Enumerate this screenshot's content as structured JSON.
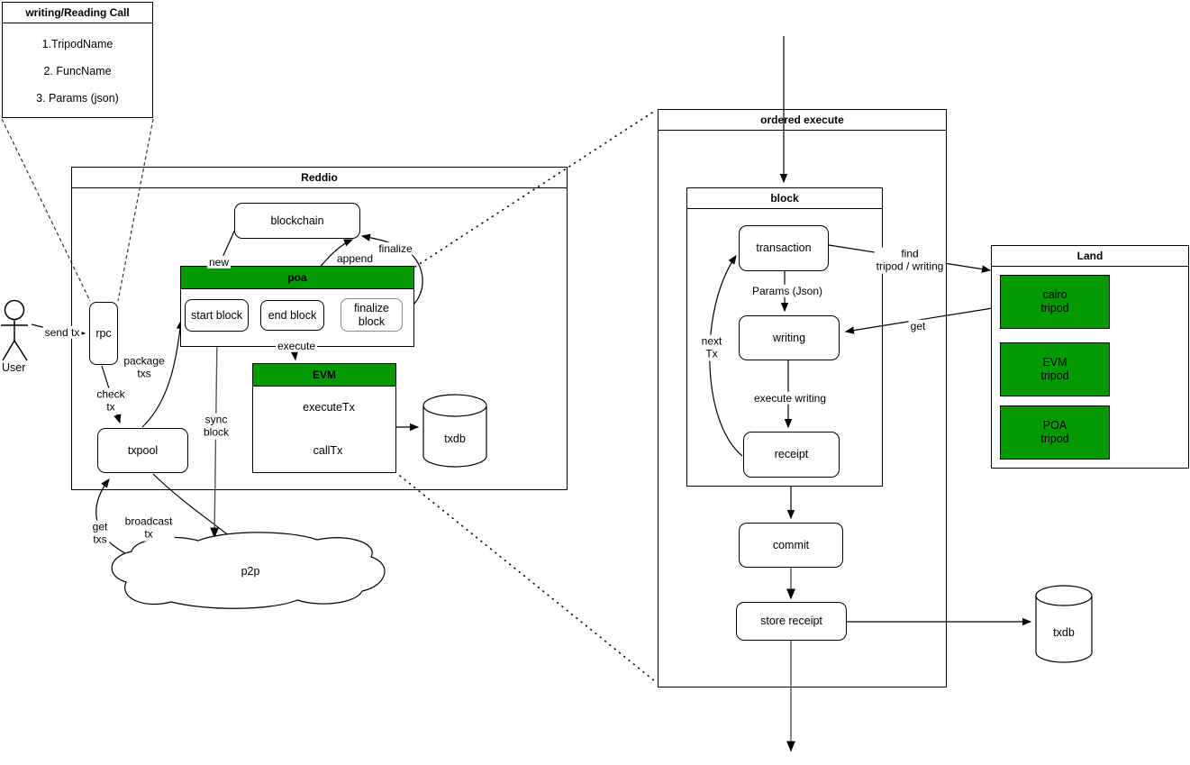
{
  "colors": {
    "green": "#009900",
    "red": "#ff0000",
    "blue": "#4e9ff5",
    "line": "#000000",
    "gray_line": "#555555"
  },
  "call_box": {
    "title": "writing/Reading Call",
    "items": [
      "1.TripodName",
      "2. FuncName",
      "3. Params (json)"
    ]
  },
  "actor": {
    "label": "User"
  },
  "reddio": {
    "title": "Reddio",
    "rpc_label": "rpc",
    "blockchain_label": "blockchain",
    "poa": {
      "title": "poa",
      "start_block": "start block",
      "end_block": "end block",
      "finalize_block": "finalize\nblock"
    },
    "evm": {
      "title": "EVM",
      "execute_tx": "executeTx",
      "call_tx": "callTx"
    },
    "txdb_label": "txdb",
    "txpool_label": "txpool"
  },
  "p2p": {
    "label": "p2p"
  },
  "ordered": {
    "title": "ordered execute",
    "block": {
      "title": "block",
      "transaction": "transaction",
      "writing": "writing",
      "receipt": "receipt"
    },
    "commit": "commit",
    "store_receipt": "store receipt",
    "txdb_label": "txdb"
  },
  "land": {
    "title": "Land",
    "tripods": [
      "cairo\ntripod",
      "EVM\ntripod",
      "POA\ntripod"
    ]
  },
  "labels": {
    "send_tx": "send tx",
    "check_tx": "check\ntx",
    "package_txs": "package\ntxs",
    "sync_block": "sync\nblock",
    "broadcast_tx": "broadcast\ntx",
    "get_txs": "get\ntxs",
    "new": "new",
    "append": "append",
    "finalize": "finalize",
    "execute": "execute",
    "params_json": "Params (Json)",
    "next_tx": "next\nTx",
    "execute_writing": "execute writing",
    "find_tripod": "find\ntripod / writing",
    "get": "get"
  }
}
